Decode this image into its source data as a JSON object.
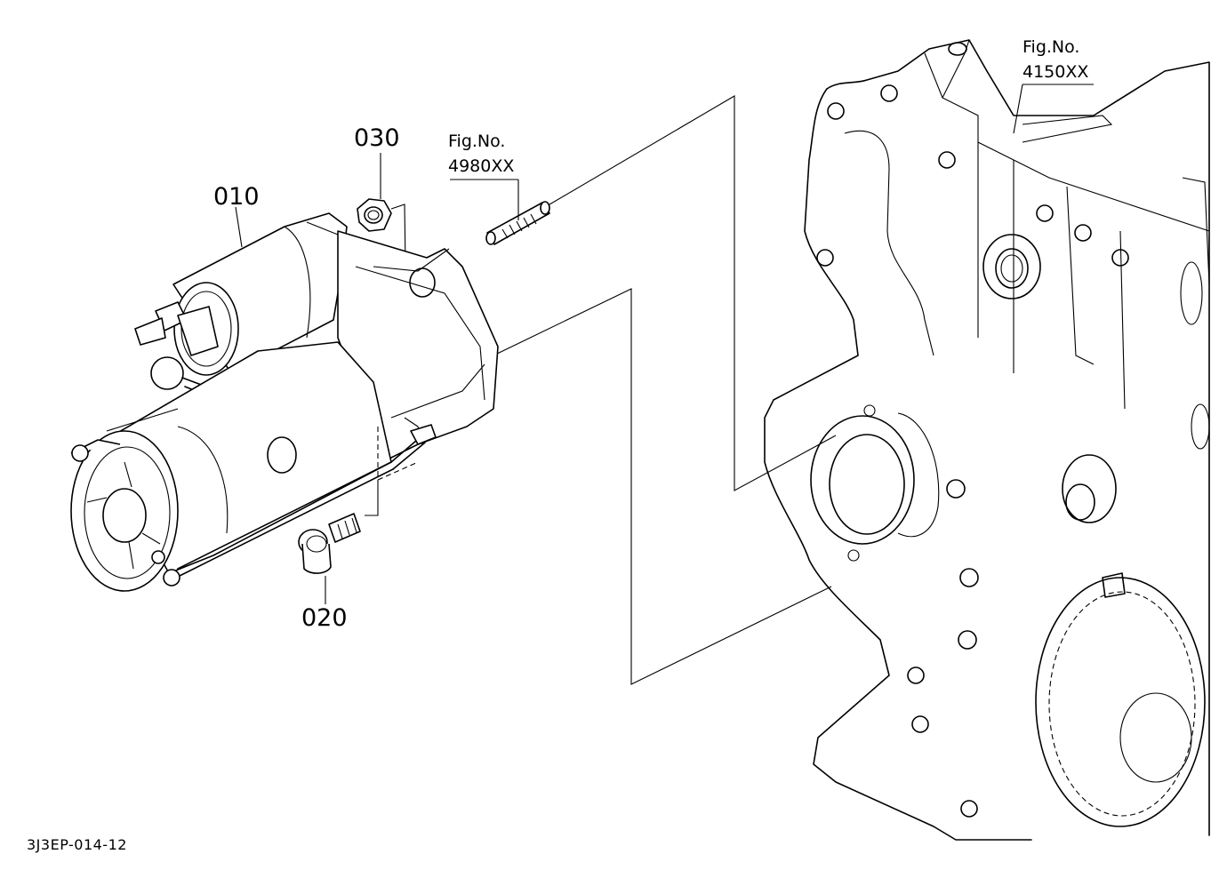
{
  "parts": {
    "p010": "010",
    "p020": "020",
    "p030": "030"
  },
  "refs": {
    "fig_left": {
      "label": "Fig.No.",
      "number": "4980XX"
    },
    "fig_right": {
      "label": "Fig.No.",
      "number": "4150XX"
    }
  },
  "drawing_code": "3J3EP-014-12"
}
